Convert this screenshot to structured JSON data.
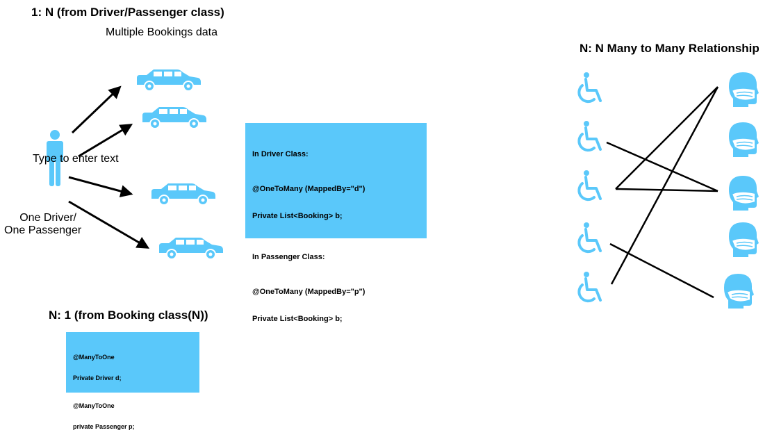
{
  "left": {
    "heading": "1: N (from Driver/Passenger class)",
    "subheading": "Multiple Bookings data",
    "placeholder_text": "Type to enter text",
    "entity_label_line1": "One Driver/",
    "entity_label_line2": "One Passenger"
  },
  "mapping_box": {
    "driver_header": "In Driver Class:",
    "driver_annotation": "@OneToMany (MappedBy=\"d\")",
    "driver_field": "Private List<Booking> b;",
    "passenger_header": "In Passenger Class:",
    "passenger_annotation": "@OneToMany (MappedBy=\"p\")",
    "passenger_field": "Private List<Booking> b;"
  },
  "bottom": {
    "heading": "N: 1 (from Booking class(N))",
    "line1": "@ManyToOne",
    "line2": "Private Driver d;",
    "line3": "@ManyToOne",
    "line4": "private Passenger p;"
  },
  "right": {
    "heading": "N: N Many to Many Relationship"
  },
  "icons": {
    "person": "person-icon",
    "car": "car-icon",
    "wheelchair": "wheelchair-icon",
    "masked_head": "masked-head-icon"
  },
  "colors": {
    "accent": "#5ac8fa",
    "line": "#000000"
  }
}
